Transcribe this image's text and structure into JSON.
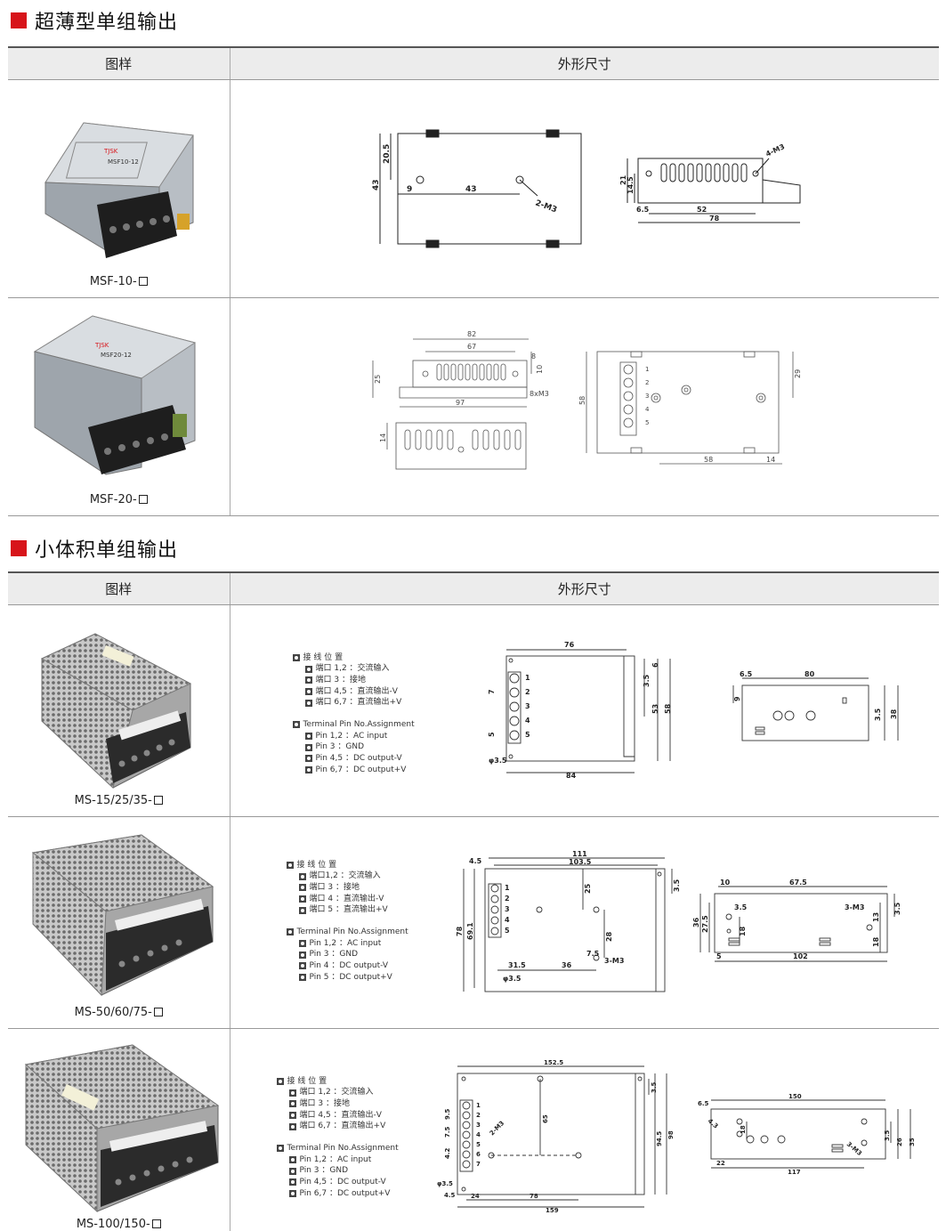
{
  "section1": {
    "title": "超薄型单组输出",
    "col_image": "图样",
    "col_dims": "外形尺寸",
    "products": [
      {
        "model": "MSF-10-",
        "product_label": "MSF10-12",
        "dims": {
          "height": "43",
          "offset_top": "20.5",
          "left": "9",
          "span": "43",
          "mount": "2-M3",
          "side_h": "21",
          "side_mid": "14.5",
          "side_off": "6.5",
          "side_span": "52",
          "side_len": "78",
          "side_mount": "4-M3"
        }
      },
      {
        "model": "MSF-20-",
        "product_label": "MSF20-12",
        "dims": {
          "overall": "82",
          "hole_span": "67",
          "right_off": "8",
          "top_h": "10",
          "height": "25",
          "mount": "8xM3",
          "length": "97",
          "bottom_h": "14",
          "side_h": "58",
          "side_off": "29",
          "side_span": "58",
          "side_right": "14",
          "pins": [
            "1",
            "2",
            "3",
            "4",
            "5"
          ]
        }
      }
    ]
  },
  "section2": {
    "title": "小体积单组输出",
    "col_image": "图样",
    "col_dims": "外形尺寸",
    "products": [
      {
        "model": "MS-15/25/35-",
        "pins_cn_title": "接 线 位 置",
        "pins_cn": [
          "端口 1,2 ：交流输入",
          "端口   3 ：接地",
          "端口 4,5 ：直流输出-V",
          "端口 6,7 ：直流输出+V"
        ],
        "pins_en_title": "Terminal Pin No.Assignment",
        "pins_en": [
          "Pin 1,2 ：AC input",
          "Pin    3 ：GND",
          "Pin 4,5 ：DC output-V",
          "Pin 6,7 ：DC output+V"
        ],
        "dims": {
          "width": "76",
          "top_off": "6",
          "mid": "3.5",
          "h1": "53",
          "h2": "58",
          "pitch": "7",
          "pitch2": "5",
          "hole": "φ3.5",
          "length": "84",
          "side_off": "6.5",
          "side_span": "80",
          "side_a": "9",
          "side_b": "3.5",
          "side_h": "38",
          "pins": [
            "1",
            "2",
            "3",
            "4",
            "5"
          ]
        }
      },
      {
        "model": "MS-50/60/75-",
        "pins_cn_title": "接 线 位 置",
        "pins_cn": [
          "端口1,2 ：交流输入",
          "端口  3 ：接地",
          "端口  4 ：直流输出-V",
          "端口  5 ：直流输出+V"
        ],
        "pins_en_title": "Terminal Pin No.Assignment",
        "pins_en": [
          "Pin 1,2 ：AC input",
          "Pin   3 ：GND",
          "Pin   4 ：DC output-V",
          "Pin   5 ：DC output+V"
        ],
        "dims": {
          "off": "4.5",
          "width": "111",
          "inner": "103.5",
          "right": "3.5",
          "h1": "78",
          "h2": "69.1",
          "v1": "25",
          "v2": "28",
          "x1": "31.5",
          "x2": "36",
          "hole": "φ3.5",
          "mount": "3-M3",
          "m2": "7.5",
          "side_a": "10",
          "side_b": "67.5",
          "side_c": "3.5",
          "side_h": "36",
          "side_h2": "27.5",
          "side_v": "18",
          "side_m": "3-M3",
          "side_r1": "13",
          "side_r2": "3.5",
          "side_r3": "18",
          "side_x": "5",
          "side_len": "102",
          "pins": [
            "1",
            "2",
            "3",
            "4",
            "5"
          ]
        }
      },
      {
        "model": "MS-100/150-",
        "pins_cn_title": "接 线 位 置",
        "pins_cn": [
          "端口 1,2 ：交流输入",
          "端口   3 ：接地",
          "端口 4,5 ：直流输出-V",
          "端口 6,7 ：直流输出+V"
        ],
        "pins_en_title": "Terminal Pin No.Assignment",
        "pins_en": [
          "Pin 1,2 ：AC input",
          "Pin    3 ：GND",
          "Pin 4,5 ：DC output-V",
          "Pin 6,7 ：DC output+V"
        ],
        "dims": {
          "width": "152.5",
          "v": "65",
          "r1": "3.5",
          "h1": "94.5",
          "h2": "98",
          "p1": "9.5",
          "p2": "7.5",
          "p3": "4.2",
          "hole": "φ3.5",
          "off": "4.5",
          "x1": "24",
          "x2": "78",
          "length": "159",
          "mount": "2-M3",
          "side_a": "6.5",
          "side_len": "150",
          "side_h1": "26",
          "side_h2": "35",
          "side_v": "18",
          "side_r": "3.5",
          "side_x": "22",
          "side_span": "117",
          "side_m": "3-M3",
          "side_d": "4.3",
          "pins": [
            "1",
            "2",
            "3",
            "4",
            "5",
            "6",
            "7"
          ]
        }
      }
    ]
  }
}
